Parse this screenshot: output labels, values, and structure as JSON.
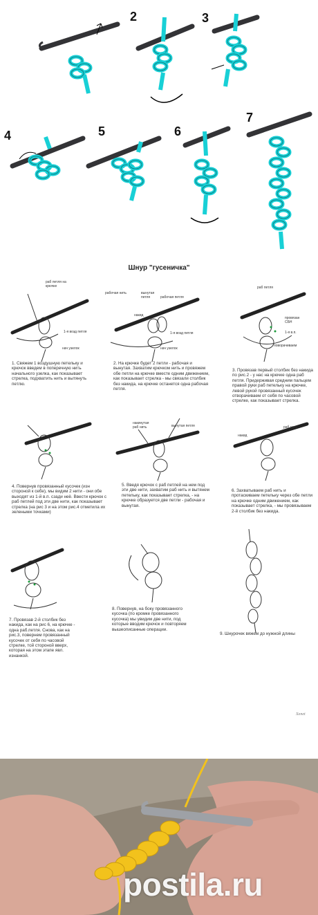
{
  "colors": {
    "yarn": "#18d0d6",
    "hook": "#333336",
    "photo_yarn": "#f2c21c"
  },
  "top_steps": [
    "2",
    "3",
    "4",
    "5",
    "6",
    "7"
  ],
  "title": "Шнур \"гусеничка\"",
  "labels": {
    "p1_work_loop": "раб петля на крючке",
    "p1_ch": "1-я возд петля",
    "p1_knot": "нач узелок",
    "p2_work_thread": "рабочая нить",
    "p2_extended": "вынутая петля",
    "p2_yo": "накид",
    "p2_work_loop": "рабочая петля",
    "p2_ch": "1-я возд петля",
    "p2_knot": "нач узелок",
    "p3_work_loop": "раб петля",
    "p3_sc": "провязан СБН",
    "p3_ch": "1-я в.п.",
    "p3_rotate": "поворачиваем",
    "p5_hooked": "накинутая раб нить",
    "p5_extended": "вынутая петля",
    "p6_yo": "накид",
    "p6_work_thread": "раб нить"
  },
  "captions": {
    "c1": "1. Свяжем 1 воздушную петельку и крючок введем в поперечную нить начального узелка, как показывает стрелка, подхватить нить и вытянуть петлю.",
    "c2": "2. На крючке будет 2 петли - рабочая и вынутая. Захватим крючком нить и провяжем обе петли на крючке вместе одним движением, как показывает стрелка - мы связали столбик без накида, на крючке останется одна рабочая петля.",
    "c3": "3. Провязав первый столбик без накида по рис.2 - у нас на крючке одна раб петля. Придерживая средним пальцем правой руки раб петельку на крючке, левой рукой провязанный кусочек отворачиваем от себя по часовой стрелке, как показывает стрелка.",
    "c4": "4. Повернув провязанный кусочек (изн стороной к себе), мы видим 2 нити - они обе выходят из 1-й в.п. сзади неё. Ввести крючок с раб петлей под эти две нити, как показывает стрелка (на рис 3 и на этом рис.4 отметила их зелеными точками)",
    "c5": "5. Введя крючок с раб петлей на нем под эти две нити, захватим раб нить и вытянем петельку, как показывает стрелка, - на крючке образуется две петли - рабочая и вынутая.",
    "c6": "6. Захватываем раб нить и протаскиваем петельку через обе петли на крючке одним движением, как показывает стрелка, - мы провязываем 2-й столбик без накида.",
    "c7": "7. Провязав 2-й столбик без накида, как на рис 6, на крючке - одна раб.петля. Снова, как на рис.3, повернем провязанный кусочек от себя по часовой стрелке, той стороной вверх, которая на этом этапе явл. изнанкой.",
    "c8": "8. Повернув, на боку провязанного кусочка (по кромке провязанного кусочка) мы увидим две нити, под которые вводим крючок и повторяем вышеописанные операции.",
    "c9": "9. Шнурочек вяжем до нужной длины"
  },
  "signature": "Xenet",
  "watermark": "postila.ru",
  "icons": [
    "hook-icon",
    "yarn-loop-icon",
    "arrow-icon"
  ]
}
